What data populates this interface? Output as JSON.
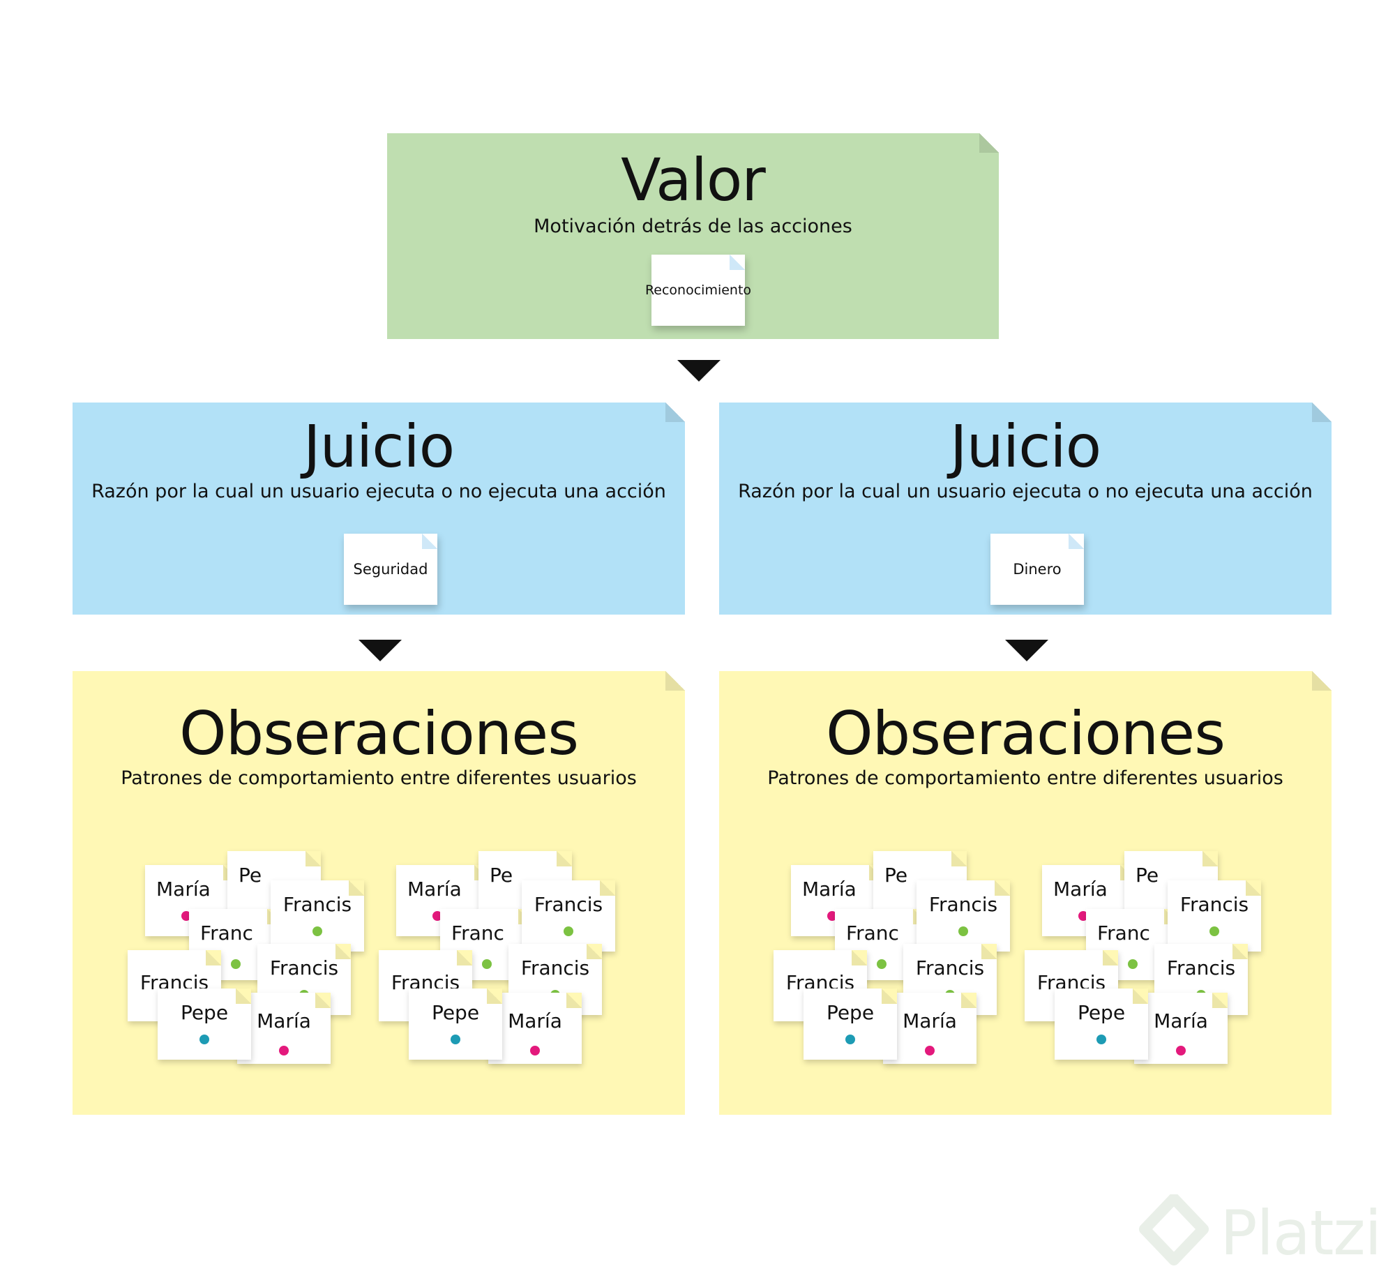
{
  "colors": {
    "valor": "#bfdeb0",
    "juicio": "#b2e1f7",
    "observaciones": "#fff8b5",
    "maria_dot": "#e3197c",
    "francis_dot": "#7cc242",
    "pepe_dot": "#1d9bb4"
  },
  "valor": {
    "title": "Valor",
    "subtitle": "Motivación detrás de las acciones",
    "tag": "Reconocimiento"
  },
  "juicios": [
    {
      "title": "Juicio",
      "subtitle": "Razón por la cual un usuario ejecuta o no ejecuta una acción",
      "tag": "Seguridad"
    },
    {
      "title": "Juicio",
      "subtitle": "Razón por la cual un usuario ejecuta o no ejecuta una acción",
      "tag": "Dinero"
    }
  ],
  "observaciones": [
    {
      "title": "Obseraciones",
      "subtitle": "Patrones de comportamiento entre diferentes usuarios"
    },
    {
      "title": "Obseraciones",
      "subtitle": "Patrones de comportamiento entre diferentes usuarios"
    }
  ],
  "notes": {
    "maria": "María",
    "pepe_cut": "Pe",
    "francis": "Francis",
    "francis_cut": "Franc",
    "pepe": "Pepe"
  },
  "logo": {
    "text": "Platzi",
    "icon": "platzi-logo-icon"
  }
}
